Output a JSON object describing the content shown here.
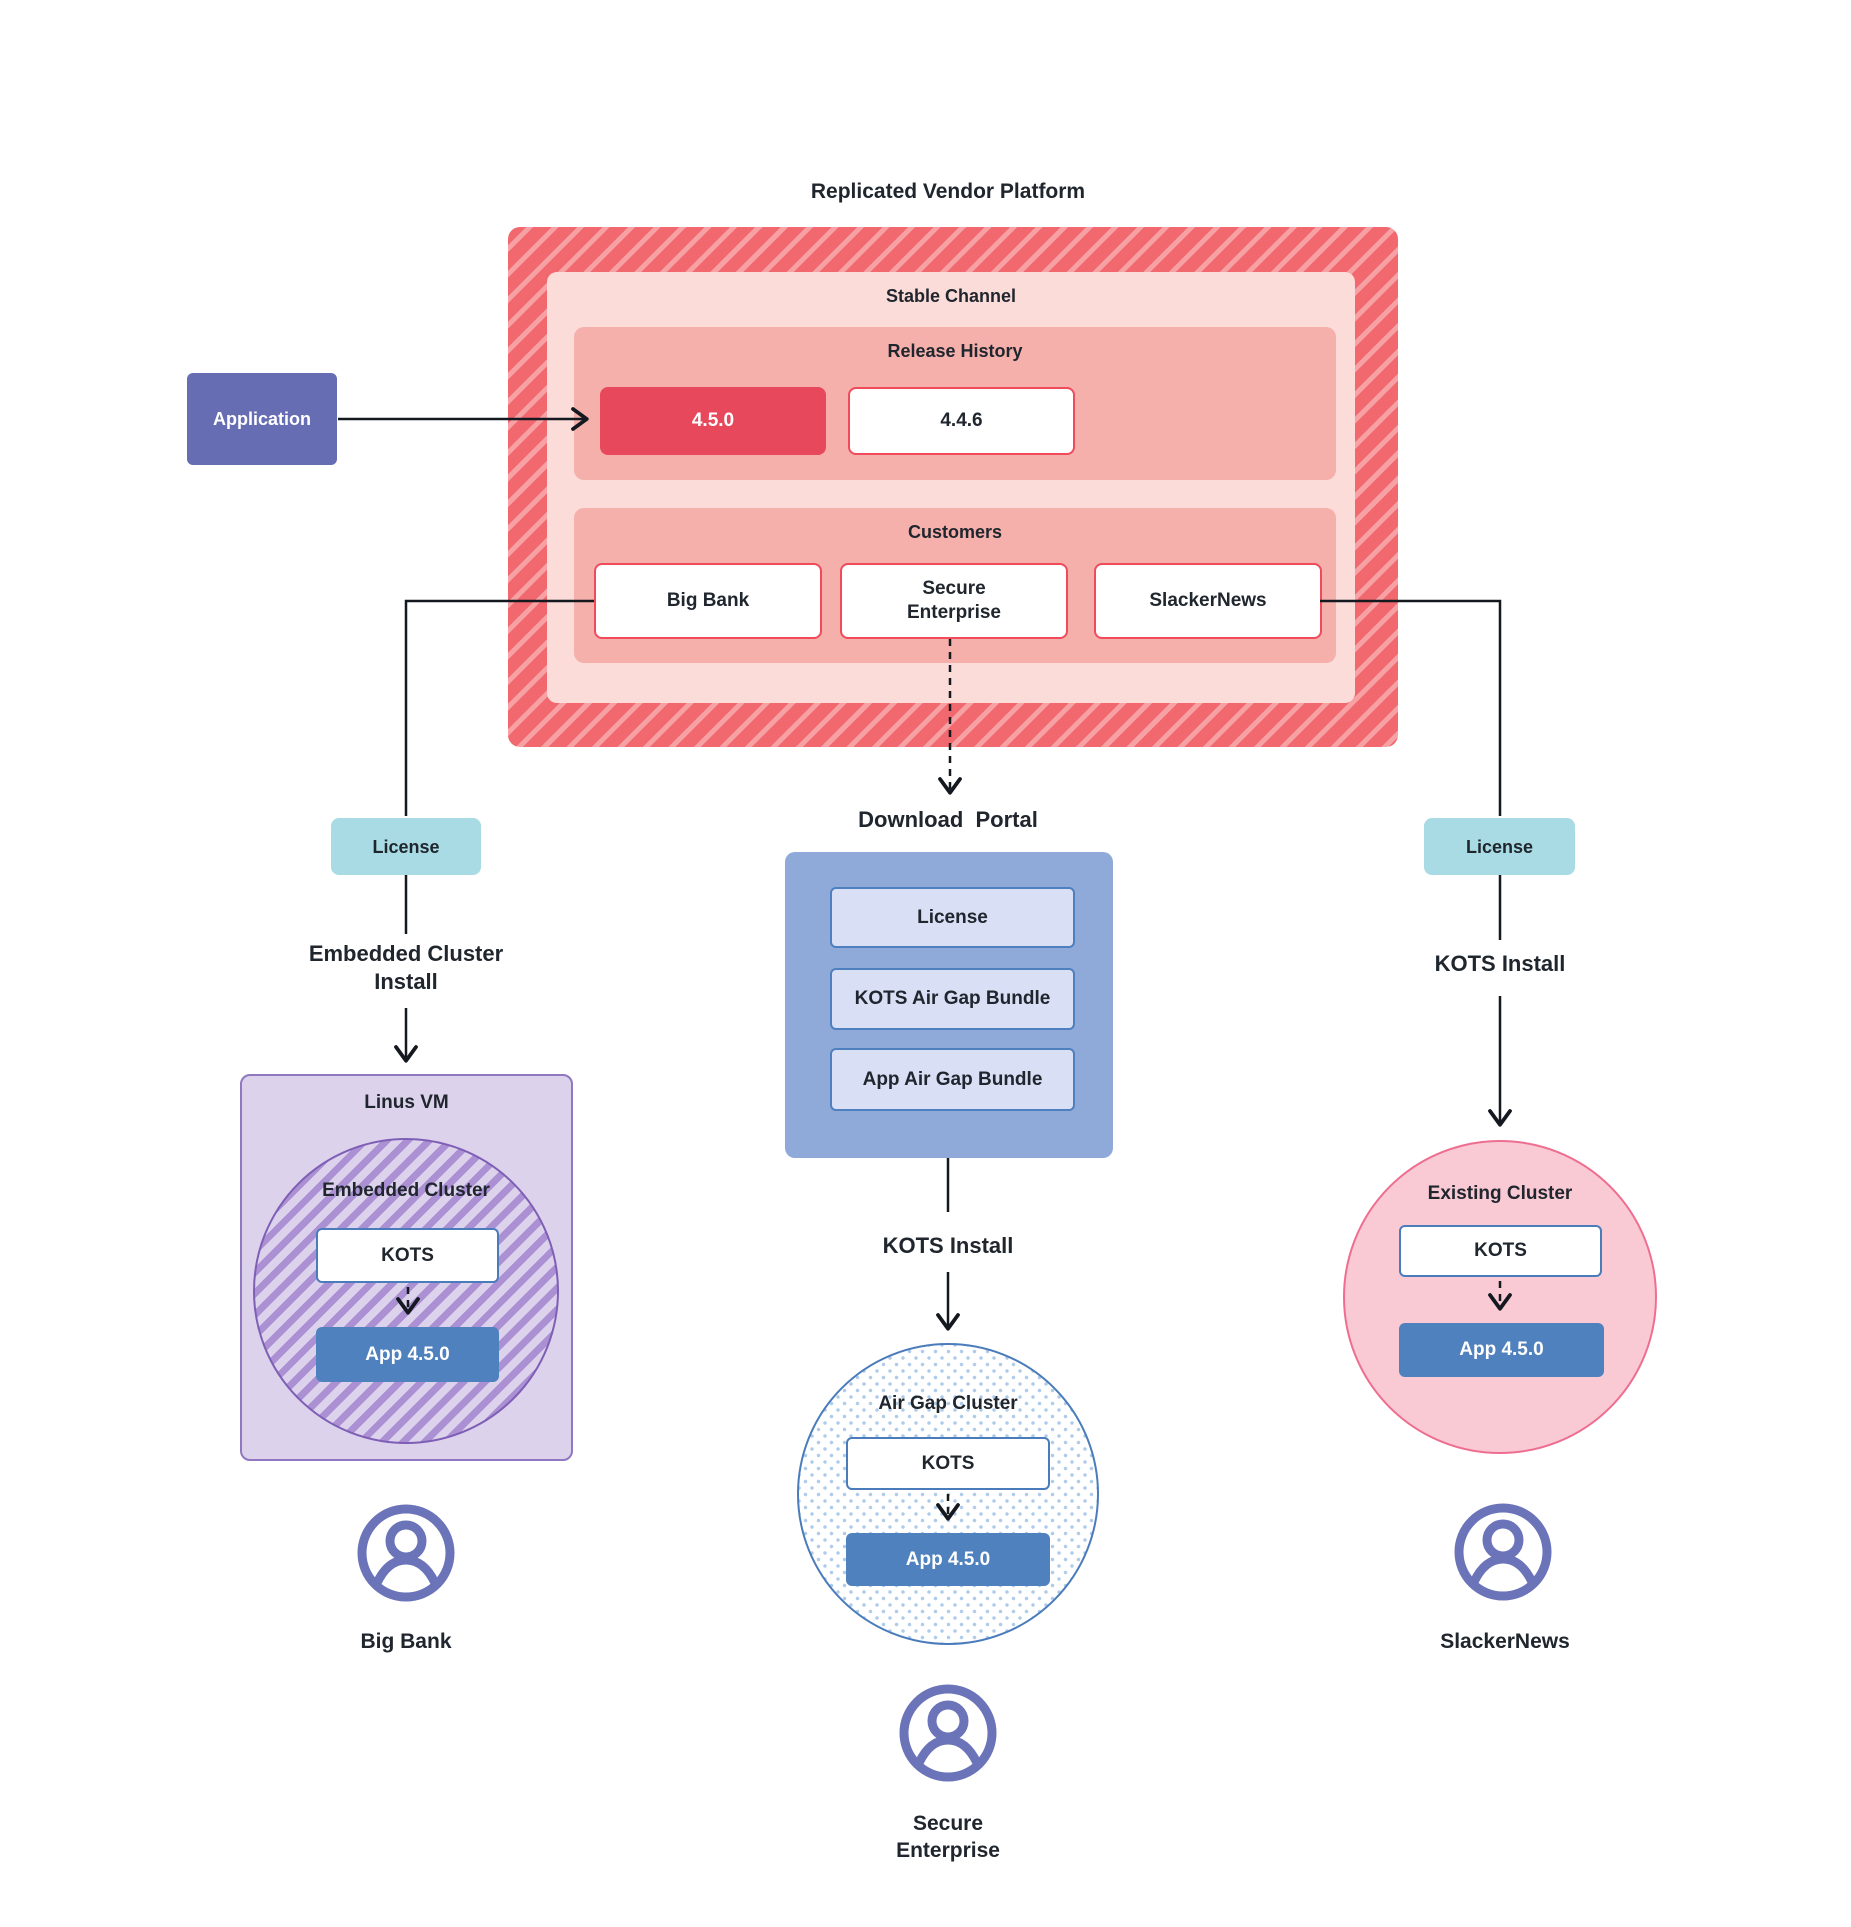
{
  "title": "Replicated Vendor Platform",
  "platform": {
    "stable_channel_label": "Stable Channel",
    "release_history": {
      "label": "Release History",
      "releases": [
        {
          "version": "4.5.0",
          "highlight": true
        },
        {
          "version": "4.4.6",
          "highlight": false
        }
      ]
    },
    "customers": {
      "label": "Customers",
      "items": [
        "Big Bank",
        "Secure Enterprise",
        "SlackerNews"
      ]
    }
  },
  "application_label": "Application",
  "flows": {
    "big_bank": {
      "license_label": "License",
      "install_label": "Embedded Cluster Install",
      "vm_label": "Linus VM",
      "cluster_label": "Embedded Cluster",
      "kots_label": "KOTS",
      "app_label": "App 4.5.0",
      "customer_name": "Big Bank"
    },
    "secure_enterprise": {
      "portal_label": "Download  Portal",
      "portal_items": [
        "License",
        "KOTS Air Gap Bundle",
        "App Air Gap Bundle"
      ],
      "install_label": "KOTS Install",
      "cluster_label": "Air Gap Cluster",
      "kots_label": "KOTS",
      "app_label": "App 4.5.0",
      "customer_name": "Secure Enterprise"
    },
    "slacker_news": {
      "license_label": "License",
      "install_label": "KOTS Install",
      "cluster_label": "Existing Cluster",
      "kots_label": "KOTS",
      "app_label": "App 4.5.0",
      "customer_name": "SlackerNews"
    }
  },
  "colors": {
    "platform_red": "#F1696E",
    "platform_stripe": "#F7A1A4",
    "channel_pink": "#FBDCD8",
    "band_salmon": "#F6B0AB",
    "release_red": "#E8485C",
    "box_border_red": "#F04B5B",
    "application_indigo": "#666DB3",
    "license_cyan": "#A8DBE3",
    "portal_blue": "#8FA9D8",
    "portal_item_fill": "#D9DFF5",
    "kots_border_blue": "#4A7CBB",
    "app_blue": "#4E81BD",
    "vm_lavender": "#DCD2EC",
    "vm_border_purple": "#9077C1",
    "cluster_stripe_purple": "#AB91D4",
    "airgap_dot_blue": "#AECBEA",
    "existing_pink": "#F9C9D4",
    "existing_border_pink": "#EE6E90",
    "user_icon_indigo": "#6B74B9",
    "text_dark": "#20262E"
  }
}
